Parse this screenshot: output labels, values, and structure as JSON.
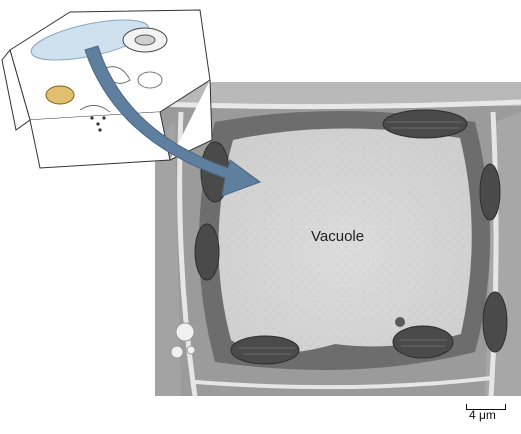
{
  "labels": {
    "vacuole": "Vacuole",
    "scale": "4 μm"
  },
  "colors": {
    "arrow": "#5f7f9f",
    "highlight": "#cfe0ee",
    "cytoplasm": "#6d6d6d",
    "vacuole_fill": "#d6d6d6"
  },
  "icons": {
    "diagram": "plant-cell-diagram",
    "arrow": "curved-arrow-icon"
  }
}
